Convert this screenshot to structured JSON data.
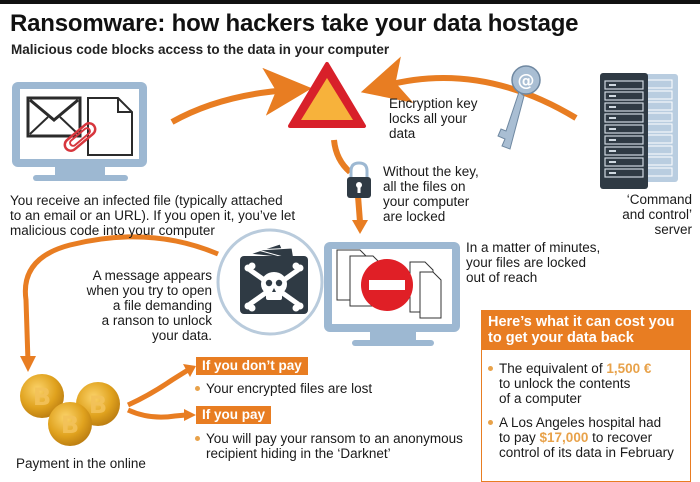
{
  "header": {
    "title": "Ransomware: how hackers take your data hostage",
    "subtitle": "Malicious code blocks access to the data in your computer"
  },
  "steps": {
    "infected_file": {
      "icon": "computer-email-attachment-icon",
      "lines": [
        "You receive an infected file (typically attached",
        "to an email or an URL). If you open it, you’ve let",
        "malicious code into your computer"
      ]
    },
    "encryption": {
      "icon": "warning-triangle-icon",
      "lines": [
        "Encryption key",
        "locks all your",
        "data"
      ]
    },
    "key": {
      "icon": "key-at-sign-icon"
    },
    "server": {
      "icon": "server-rack-icon",
      "lines": [
        "‘Command",
        "and control’",
        "server"
      ]
    },
    "locked": {
      "icon": "padlock-icon",
      "lines": [
        "Without the key,",
        "all the files on",
        "your computer",
        "are locked"
      ]
    },
    "files_locked": {
      "icon": "computer-no-entry-icon",
      "lines": [
        "In a matter of minutes,",
        "your files are locked",
        "out of reach"
      ]
    },
    "ransom_message": {
      "icon": "skull-crossbones-icon",
      "lines": [
        "A message appears",
        "when you try to open",
        "a file demanding",
        "a ranson to unlock",
        "your data."
      ]
    },
    "payment": {
      "icon": "bitcoin-coins-icon",
      "lines": [
        "Payment in the online"
      ]
    }
  },
  "outcomes": {
    "dont_pay": {
      "label": "If you don’t pay",
      "bullet": "Your encrypted files are lost"
    },
    "pay": {
      "label": "If you pay",
      "bullet_lines": [
        "You will pay your ransom to an anonymous",
        "recipient hiding in the ‘Darknet’"
      ]
    }
  },
  "cost": {
    "heading_lines": [
      "Here’s what it can cost you",
      "to get your data back"
    ],
    "items": [
      {
        "pre": "The equivalent of ",
        "amount": "1,500 €",
        "line2": "to unlock the contents",
        "line3": "of a computer"
      },
      {
        "line1": "A Los Angeles hospital had",
        "pre": "to pay ",
        "amount": "$17,000",
        "post": " to recover",
        "line3": "control of its data in February"
      }
    ]
  },
  "colors": {
    "orange": "#e87d22",
    "highlight": "#e8a24a",
    "monitor_blue": "#9db8d2",
    "dark_slate": "#2f3a44",
    "warning_red": "#d8202a",
    "warning_yellow": "#f7b23b",
    "stop_red": "#e01f26",
    "coin_gold": "#e0a21e"
  }
}
